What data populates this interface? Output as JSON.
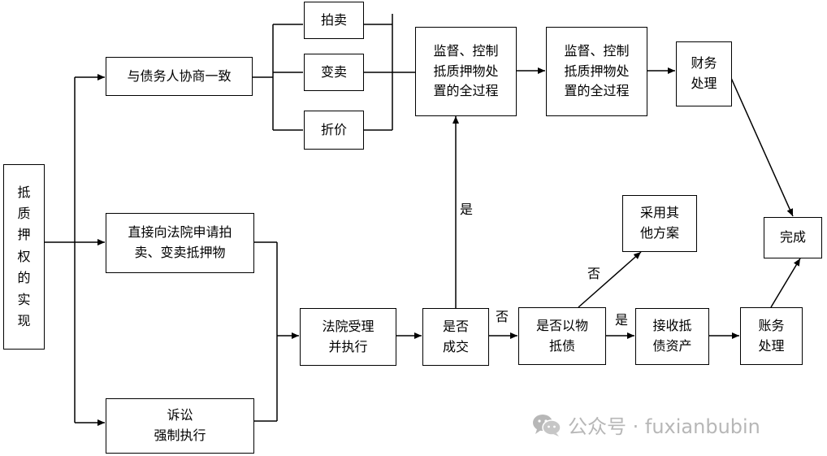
{
  "diagram": {
    "nodes": {
      "realize": "抵\n质\n押\n权\n的\n实\n现",
      "negotiate": "与债务人协商一致",
      "auction": "拍卖",
      "sell": "变卖",
      "discount": "折价",
      "monitor1": "监督、控制\n抵质押物处\n置的全过程",
      "monitor2": "监督、控制\n抵质押物处\n置的全过程",
      "finance1": "财务\n处理",
      "court_apply": "直接向法院申请拍\n卖、变卖抵押物",
      "litigation": "诉讼\n强制执行",
      "court_accept": "法院受理\n并执行",
      "deal": "是否\n成交",
      "in_kind": "是否以物\n抵债",
      "other_plan": "采用其\n他方案",
      "receive": "接收抵\n债资产",
      "finance2": "账务\n处理",
      "done": "完成"
    },
    "edge_labels": {
      "deal_yes": "是",
      "deal_no": "否",
      "inkind_no": "否",
      "inkind_yes": "是"
    }
  },
  "watermark": {
    "text": "公众号 · fuxianbubin",
    "icon": "wechat-icon",
    "color": "#b7b7b7"
  }
}
